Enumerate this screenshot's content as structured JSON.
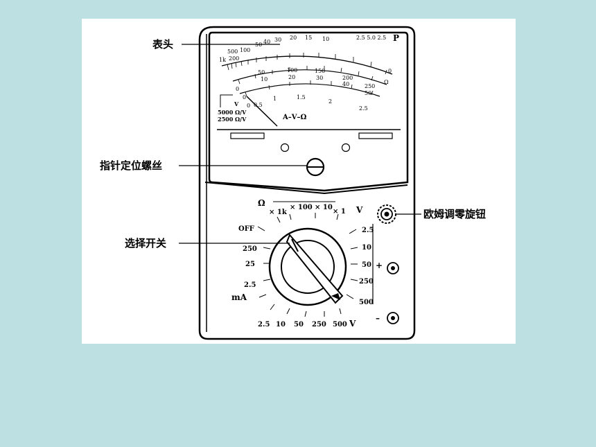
{
  "labels": {
    "meter_head": "表头",
    "pointer_screw": "指针定位螺丝",
    "selector_switch": "选择开关",
    "ohm_zero_knob": "欧姆调零旋钮"
  },
  "scale": {
    "ohm_top": [
      "1k",
      "500",
      "200",
      "100",
      "50",
      "40",
      "30",
      "20",
      "15",
      "10"
    ],
    "ohm_end": "0",
    "dc_mid": [
      "0",
      "50",
      "100",
      "150",
      "200",
      "250"
    ],
    "dc_inner": [
      "0",
      "10",
      "20",
      "30",
      "40",
      "50"
    ],
    "ac": [
      "0",
      "0.5",
      "1",
      "1.5",
      "2",
      "2.5"
    ],
    "accuracy": "2.5 5.0 2.5",
    "brand": "P",
    "omega_unit": "Ω",
    "sensitivity_dc": "5000 Ω/V",
    "sensitivity_ac": "2500 Ω/V",
    "v_ac": "V",
    "avo": "A–V–Ω"
  },
  "dial": {
    "omega_symbol": "Ω",
    "ohm_ranges": [
      "× 1k",
      "× 100",
      "× 10",
      "× 1"
    ],
    "off": "OFF",
    "ma_left": [
      "250",
      "25",
      "2.5"
    ],
    "ma_symbol": "mA",
    "dcv_right": [
      "2.5",
      "10",
      "50",
      "250",
      "500"
    ],
    "acv_bottom": [
      "2.5",
      "10",
      "50",
      "250",
      "500"
    ],
    "v_ac_symbol": "V",
    "v_dc_symbol": "V",
    "plus": "+",
    "minus": "–"
  }
}
